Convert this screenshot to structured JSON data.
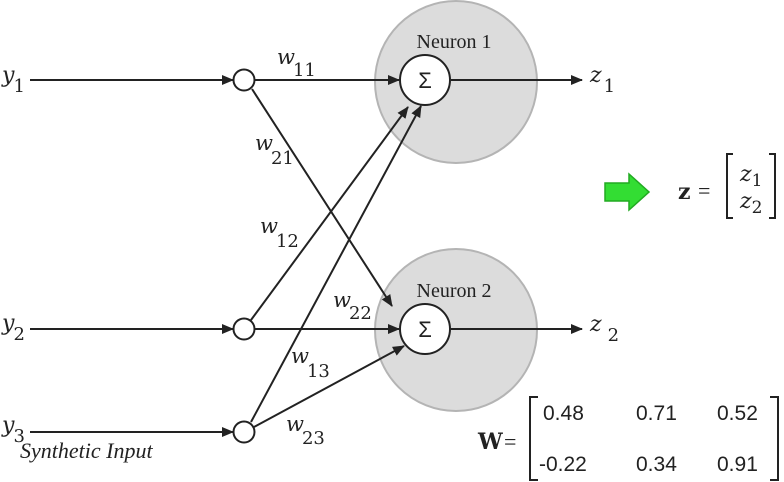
{
  "inputs": {
    "y1": {
      "var": "y",
      "sub": "1"
    },
    "y2": {
      "var": "y",
      "sub": "2"
    },
    "y3": {
      "var": "y",
      "sub": "3"
    }
  },
  "synthetic_label": "Synthetic Input",
  "neurons": {
    "n1": {
      "title": "Neuron 1",
      "symbol": "Σ"
    },
    "n2": {
      "title": "Neuron 2",
      "symbol": "Σ"
    }
  },
  "weights": {
    "w11": {
      "var": "w",
      "sub": "11"
    },
    "w21": {
      "var": "w",
      "sub": "21"
    },
    "w12": {
      "var": "w",
      "sub": "12"
    },
    "w22": {
      "var": "w",
      "sub": "22"
    },
    "w13": {
      "var": "w",
      "sub": "13"
    },
    "w23": {
      "var": "w",
      "sub": "23"
    }
  },
  "outputs": {
    "z1": {
      "var": "z",
      "sub": "1"
    },
    "z2": {
      "var": "z",
      "sub": "2"
    }
  },
  "z_vector": {
    "name": "z",
    "equals": "=",
    "entries": [
      {
        "var": "z",
        "sub": "1"
      },
      {
        "var": "z",
        "sub": "2"
      }
    ]
  },
  "w_matrix": {
    "name": "W",
    "equals": "=",
    "rows": [
      [
        "0.48",
        "0.71",
        "0.52"
      ],
      [
        "-0.22",
        "0.34",
        "0.91"
      ]
    ]
  },
  "colors": {
    "neuron_fill": "#dcdcdc",
    "neuron_stroke": "#b4b4b4",
    "arrow_green": "#33dd33",
    "line": "#222222"
  }
}
